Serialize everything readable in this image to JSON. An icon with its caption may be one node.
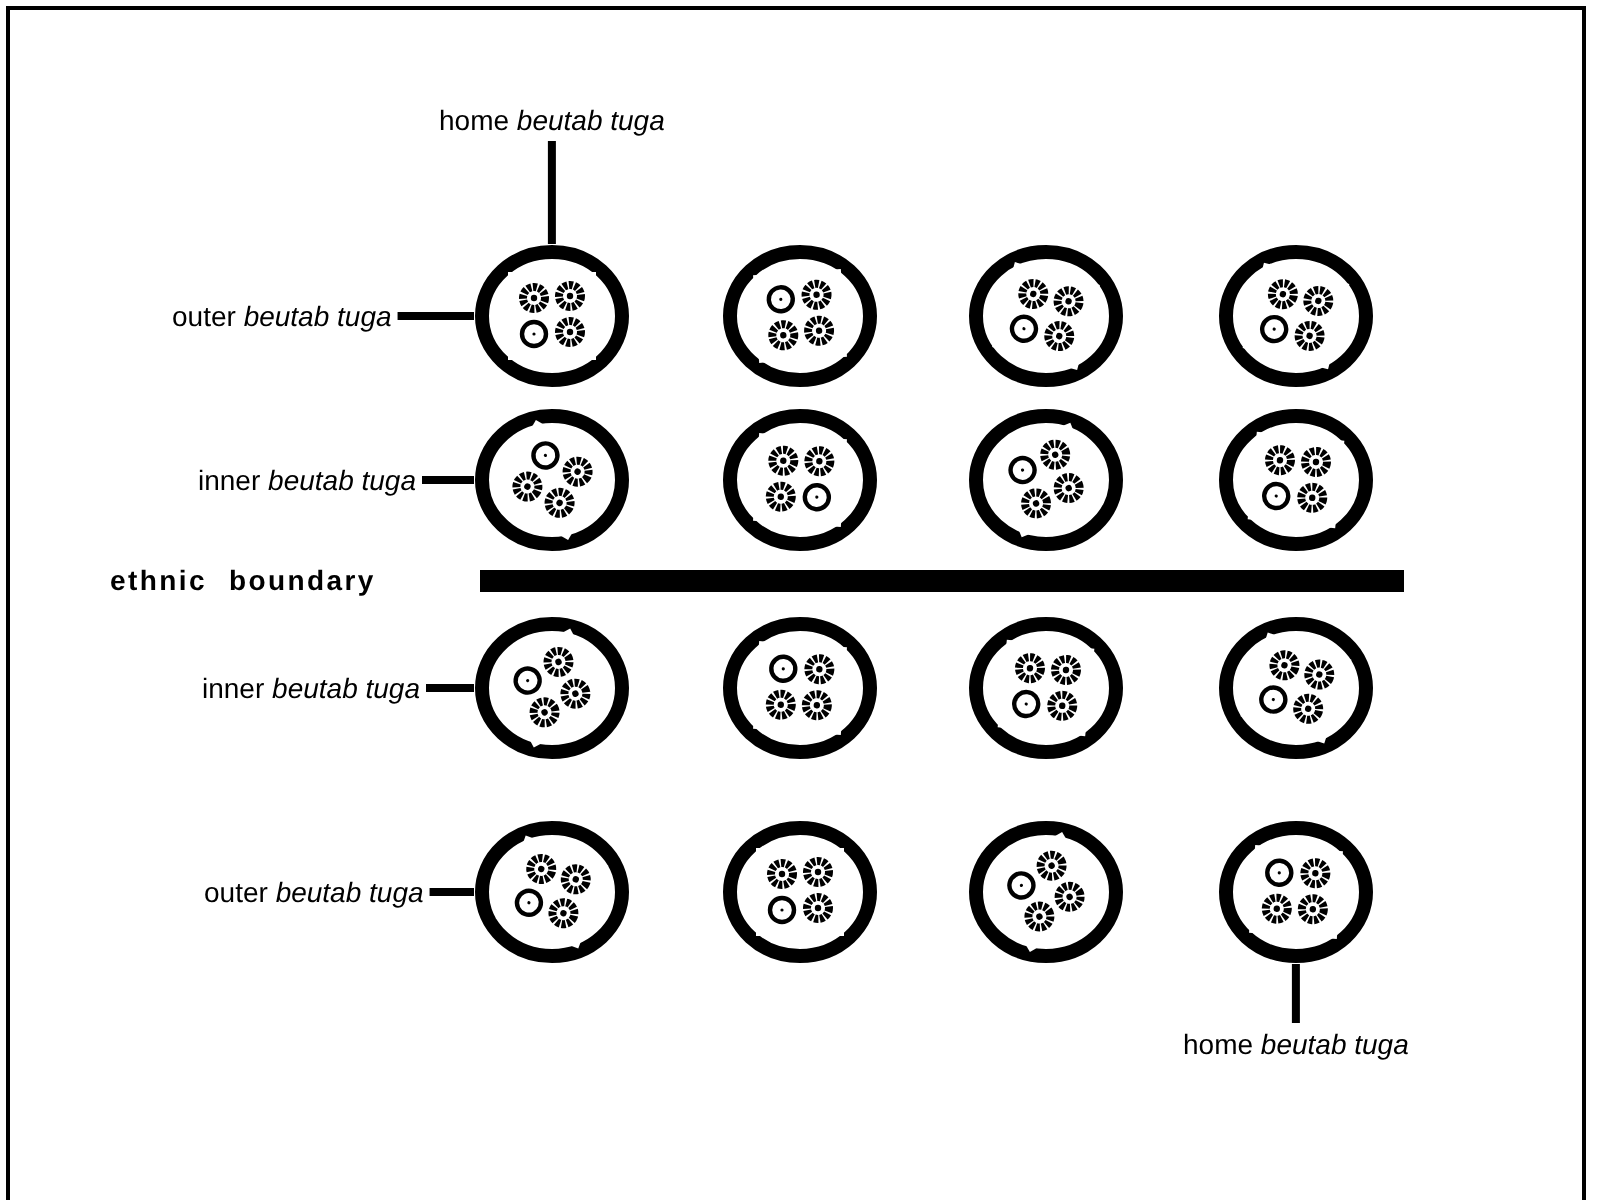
{
  "diagram": {
    "nodes": [
      {
        "text": [
          "home *beutab tuga*"
        ]
      },
      {
        "text": [
          "outer *beutab tuga*"
        ]
      },
      {
        "text": [],
        "shape": "circle"
      },
      {
        "text": [],
        "shape": "circle"
      },
      {
        "text": [],
        "shape": "circle"
      },
      {
        "text": [],
        "shape": "circle"
      },
      {
        "text": [
          "inner *beutab tuga*"
        ]
      },
      {
        "text": [],
        "shape": "circle"
      },
      {
        "text": [],
        "shape": "circle"
      },
      {
        "text": [],
        "shape": "circle"
      },
      {
        "text": [],
        "shape": "circle"
      },
      {
        "text": [
          "inner *beutab tuga*"
        ]
      },
      {
        "text": [],
        "shape": "circle"
      },
      {
        "text": [],
        "shape": "circle"
      },
      {
        "text": [],
        "shape": "circle"
      },
      {
        "text": [],
        "shape": "circle"
      },
      {
        "text": [
          "outer *beutab tuga*"
        ]
      },
      {
        "text": [],
        "shape": "circle"
      },
      {
        "text": [],
        "shape": "circle"
      },
      {
        "text": [],
        "shape": "circle"
      },
      {
        "text": [],
        "shape": "circle"
      },
      {
        "text": [
          "home *beutab tuga*"
        ]
      }
    ],
    "edges": [
      {
        "from": 0,
        "to": 2,
        "arrow": "none"
      },
      {
        "from": 1,
        "to": 2,
        "arrow": "none"
      },
      {
        "from": 6,
        "to": 7,
        "arrow": "none"
      },
      {
        "from": 11,
        "to": 12,
        "arrow": "none"
      },
      {
        "from": 16,
        "to": 17,
        "arrow": "none"
      },
      {
        "from": 21,
        "to": 20,
        "arrow": "none"
      }
    ],
    "labels": [
      "ethnic boundary"
    ]
  }
}
